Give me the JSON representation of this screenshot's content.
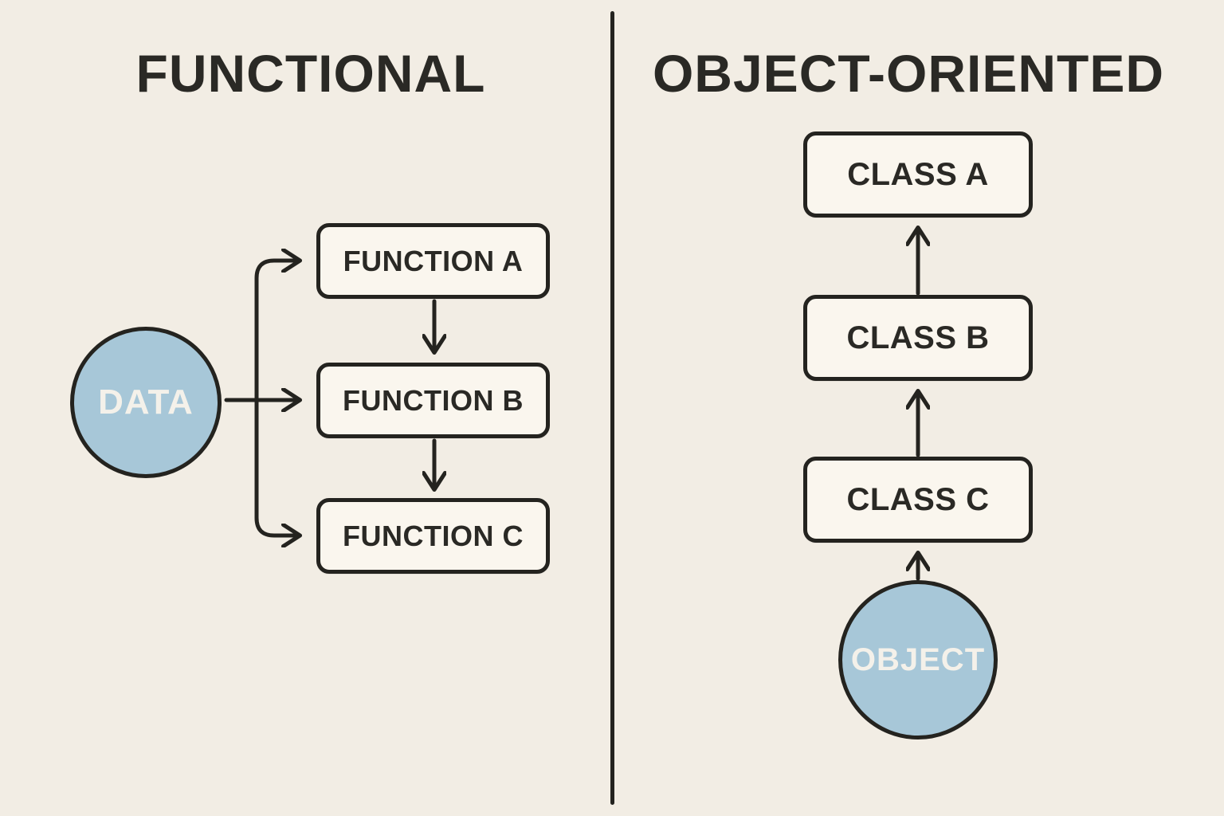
{
  "page": {
    "background_color": "#f2ede4",
    "ink_color": "#24231f",
    "node_fill_color": "#a7c7d8",
    "box_fill_color": "#faf6ee"
  },
  "left_panel": {
    "title": "FUNCTIONAL",
    "data_node": {
      "label": "DATA"
    },
    "functions": [
      {
        "label": "FUNCTION A"
      },
      {
        "label": "FUNCTION B"
      },
      {
        "label": "FUNCTION C"
      }
    ]
  },
  "right_panel": {
    "title": "OBJECT-ORIENTED",
    "classes": [
      {
        "label": "CLASS A"
      },
      {
        "label": "CLASS B"
      },
      {
        "label": "CLASS C"
      }
    ],
    "object_node": {
      "label": "OBJECT"
    }
  }
}
